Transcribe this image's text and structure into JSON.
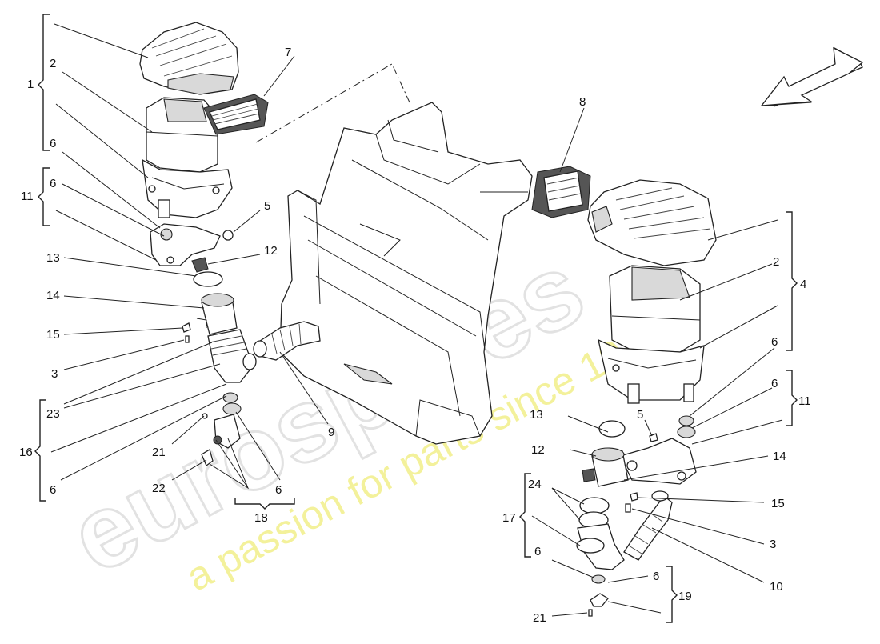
{
  "watermark": {
    "brand": "eurospares",
    "tagline": "a passion for parts since 1985"
  },
  "callouts": {
    "l1": "1",
    "l2": "2",
    "l7": "7",
    "l6a": "6",
    "l11": "11",
    "l6b": "6",
    "l5": "5",
    "l13": "13",
    "l12": "12",
    "l14": "14",
    "l15": "15",
    "l3": "3",
    "l23": "23",
    "l16": "16",
    "l6c": "6",
    "l21": "21",
    "l22": "22",
    "l6d": "6",
    "l18": "18",
    "l9": "9",
    "l8": "8",
    "r2": "2",
    "r4": "4",
    "r6a": "6",
    "r6b": "6",
    "r11": "11",
    "r13": "13",
    "r5": "5",
    "r12": "12",
    "r14": "14",
    "r24": "24",
    "r17": "17",
    "r15": "15",
    "r3": "3",
    "r10": "10",
    "r6c": "6",
    "r6d": "6",
    "r19": "19",
    "r21": "21"
  }
}
